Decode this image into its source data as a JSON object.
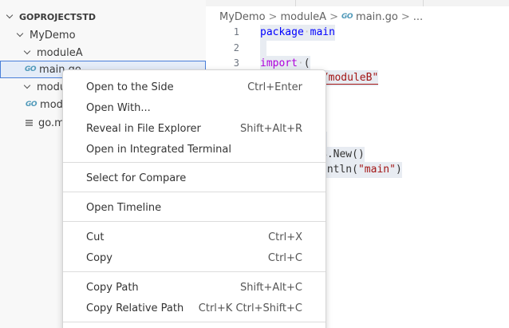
{
  "explorer": {
    "section_title": "GOPROJECTSTD",
    "tree": [
      {
        "label": "MyDemo",
        "type": "folder"
      },
      {
        "label": "moduleA",
        "type": "folder"
      },
      {
        "label": "main.go",
        "type": "go-file",
        "icon_text": "GO",
        "selected": true
      },
      {
        "label": "moduleB",
        "type": "folder"
      },
      {
        "label": "moduleB.go",
        "type": "go-file",
        "icon_text": "GO"
      },
      {
        "label": "go.mod",
        "type": "mod-file"
      }
    ]
  },
  "breadcrumb": {
    "items": [
      "MyDemo",
      "moduleA",
      "main.go",
      "..."
    ],
    "go_icon_text": "GO",
    "separator": ">"
  },
  "editor": {
    "line_numbers": [
      "1",
      "2",
      "3"
    ],
    "code": {
      "l1_kw": "package",
      "l1_name": "main",
      "l3_kw": "import",
      "l3_paren": "(",
      "l4_frag": "o/moduleB\"",
      "l7_frag": "{",
      "l8_frag": "B.New()",
      "l9_frag": ".ntln(",
      "l9_str": "\"main\"",
      "l9_close": ")"
    }
  },
  "context_menu": {
    "items": [
      {
        "label": "Open to the Side",
        "shortcut": "Ctrl+Enter"
      },
      {
        "label": "Open With...",
        "shortcut": ""
      },
      {
        "label": "Reveal in File Explorer",
        "shortcut": "Shift+Alt+R"
      },
      {
        "label": "Open in Integrated Terminal",
        "shortcut": ""
      },
      {
        "label": "Select for Compare",
        "shortcut": ""
      },
      {
        "label": "Open Timeline",
        "shortcut": ""
      },
      {
        "label": "Cut",
        "shortcut": "Ctrl+X"
      },
      {
        "label": "Copy",
        "shortcut": "Ctrl+C"
      },
      {
        "label": "Copy Path",
        "shortcut": "Shift+Alt+C"
      },
      {
        "label": "Copy Relative Path",
        "shortcut": "Ctrl+K Ctrl+Shift+C"
      }
    ]
  },
  "colors": {
    "accent": "#4a7fd9",
    "keyword": "#0000ff",
    "import_keyword": "#af00db",
    "string": "#a31515",
    "go_icon": "#519aba"
  }
}
